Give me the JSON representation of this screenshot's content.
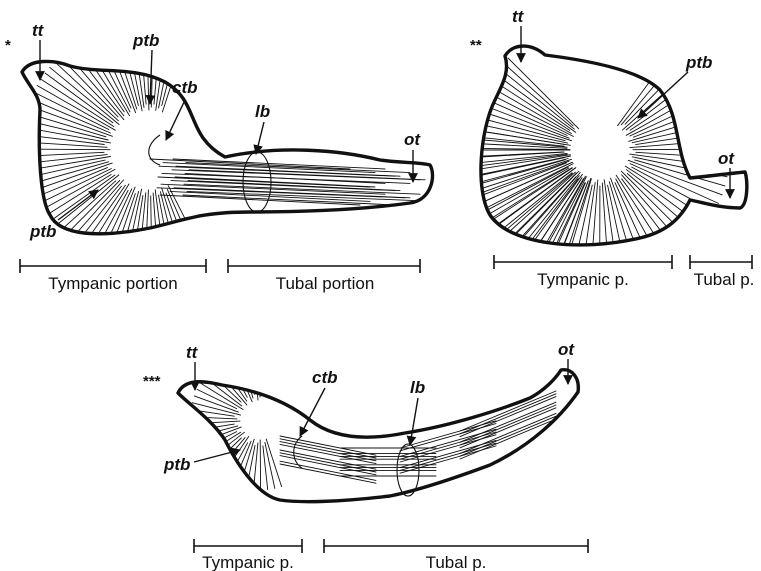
{
  "figure": {
    "panel_1": {
      "marker": "*",
      "labels": {
        "tt": "tt",
        "ptb_top": "ptb",
        "ctb": "ctb",
        "lb": "lb",
        "ot": "ot",
        "ptb_bottom": "ptb"
      },
      "spans": {
        "tympanic": "Tympanic portion",
        "tubal": "Tubal portion"
      }
    },
    "panel_2": {
      "marker": "**",
      "labels": {
        "tt": "tt",
        "ptb": "ptb",
        "ot": "ot"
      },
      "spans": {
        "tympanic": "Tympanic p.",
        "tubal": "Tubal p."
      }
    },
    "panel_3": {
      "marker": "***",
      "labels": {
        "tt": "tt",
        "ot": "ot",
        "ctb": "ctb",
        "lb": "lb",
        "ptb": "ptb"
      },
      "spans": {
        "tympanic": "Tympanic p.",
        "tubal": "Tubal p."
      }
    }
  }
}
